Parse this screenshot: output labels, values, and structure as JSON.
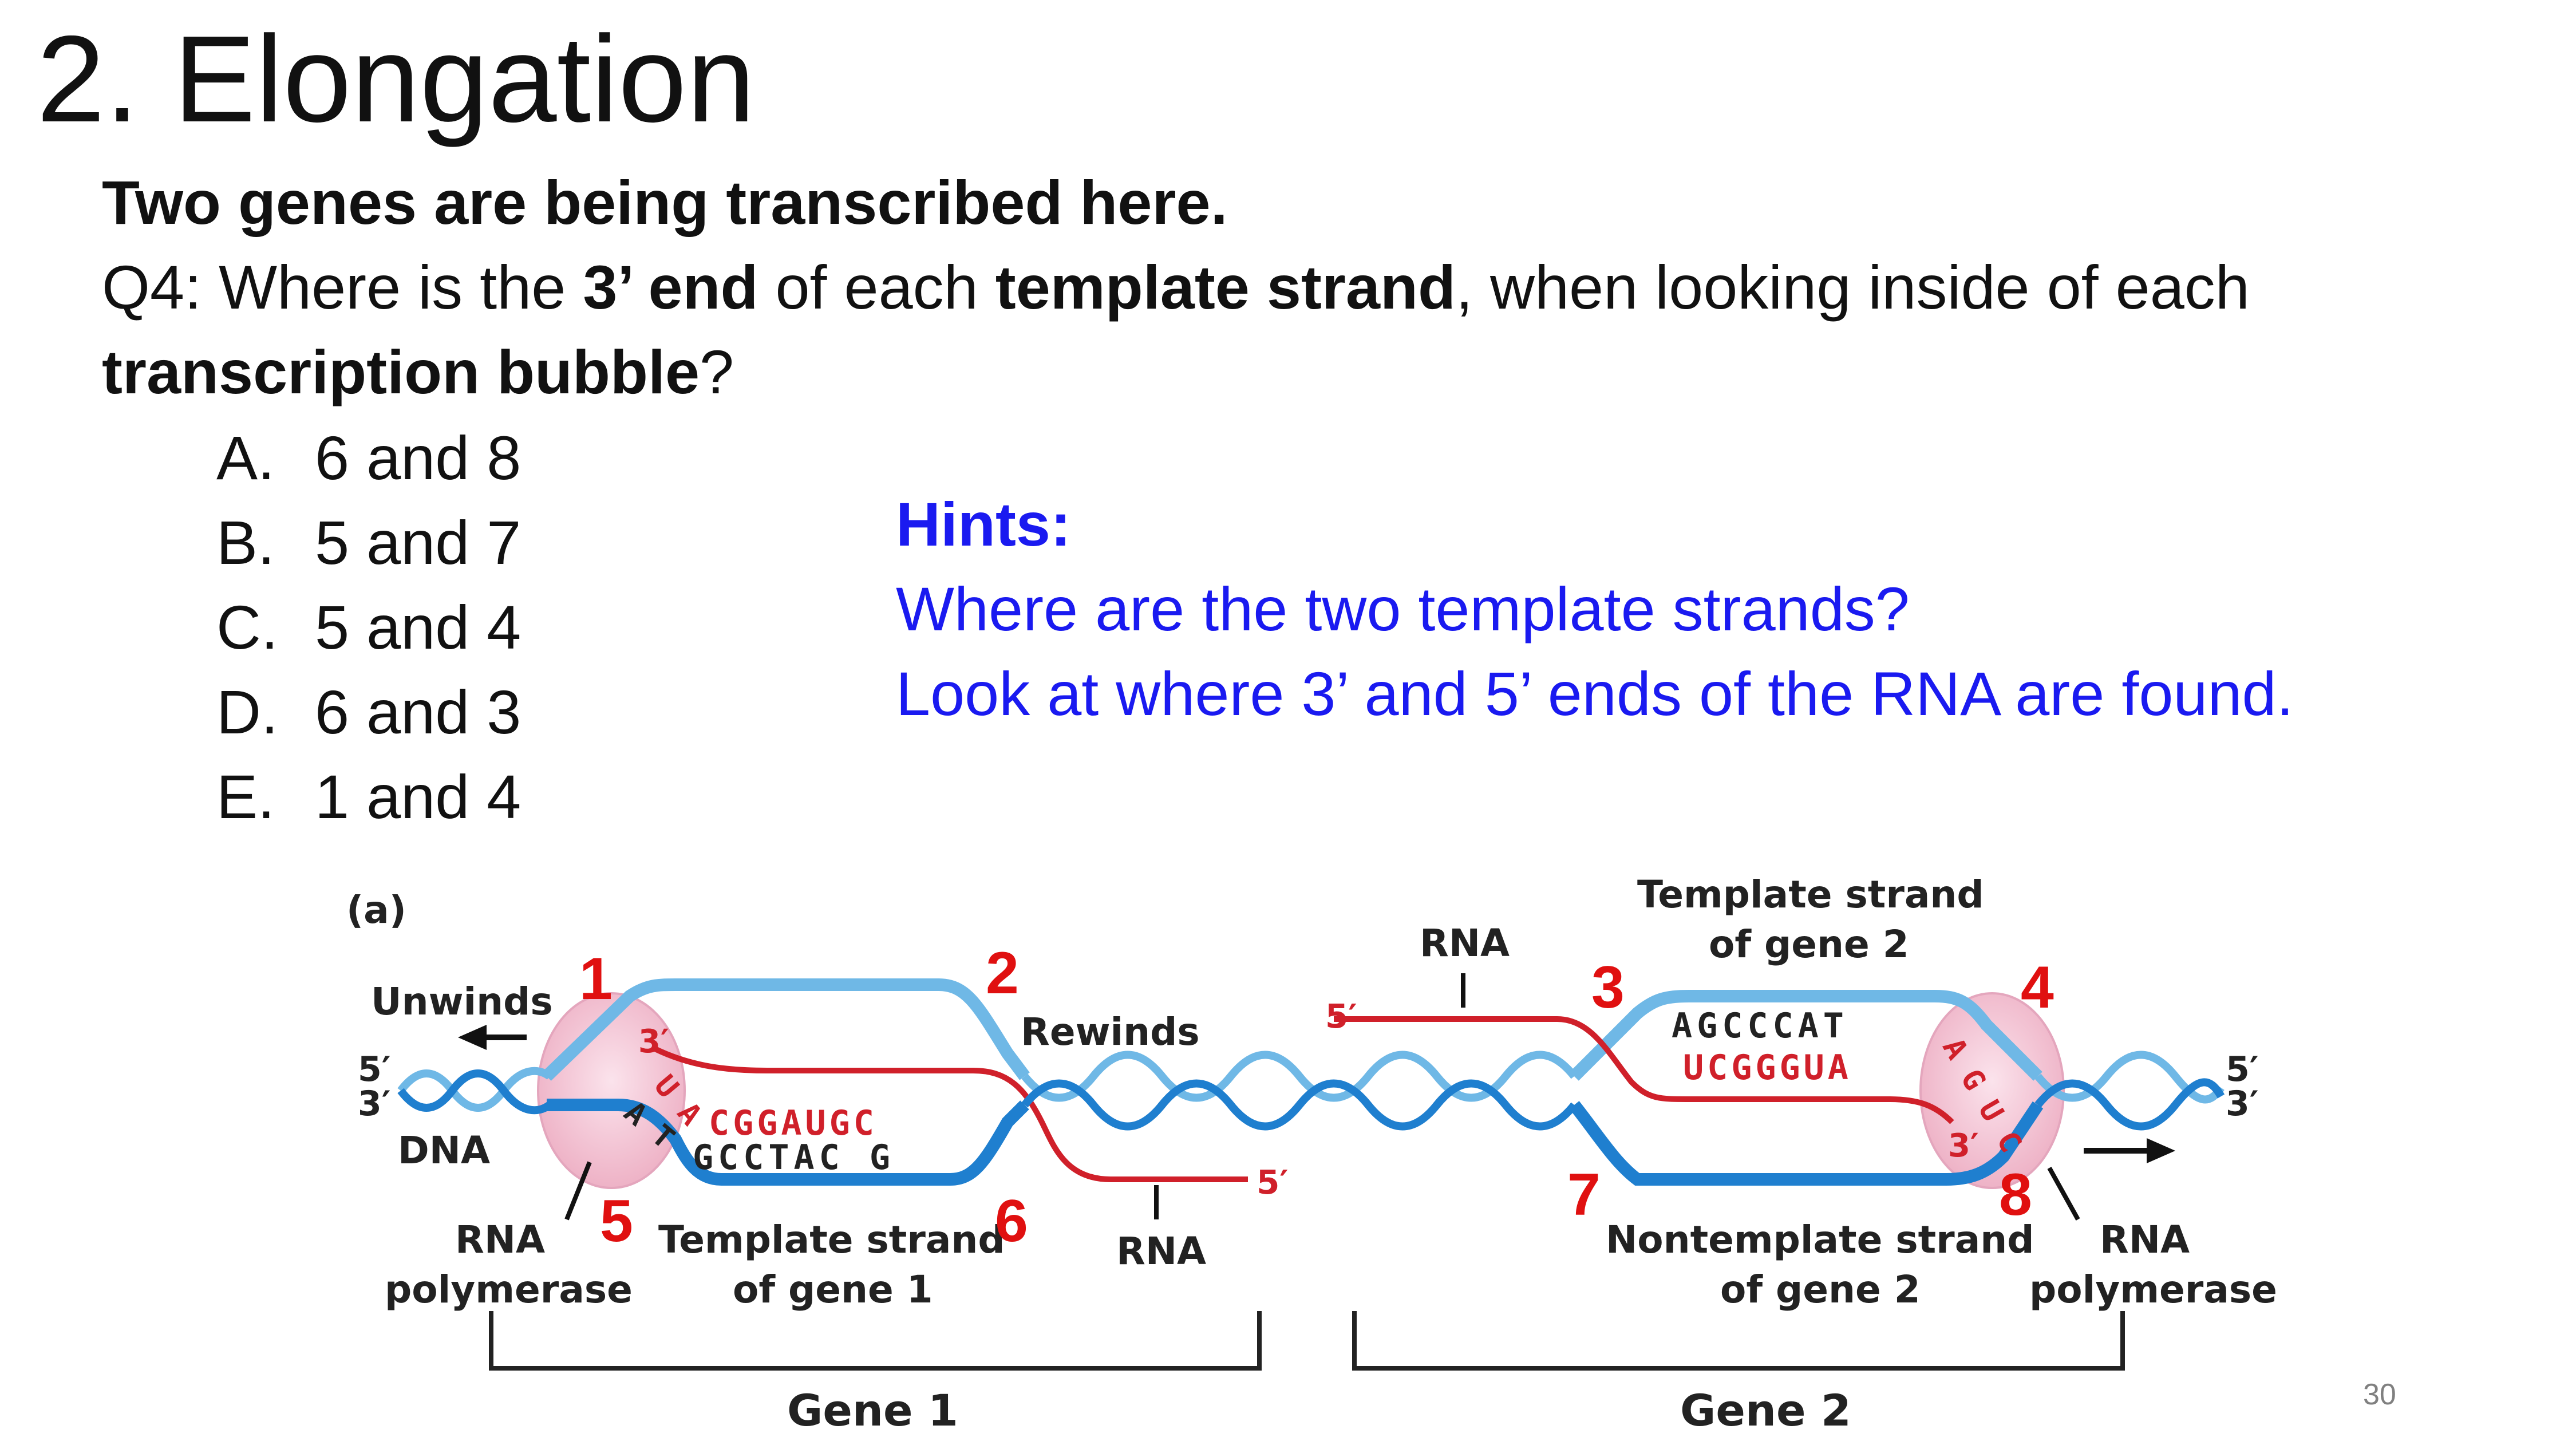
{
  "slide": {
    "title": "2. Elongation",
    "intro": "Two genes are being transcribed here.",
    "question": {
      "prefix": "Q4: Where is the ",
      "bold1": "3’ end",
      "mid1": " of each ",
      "bold2": "template strand",
      "mid2": ", when looking inside of each",
      "bold3": "transcription bubble",
      "suffix": "?"
    },
    "options": [
      {
        "letter": "A.",
        "text": "6 and 8"
      },
      {
        "letter": "B.",
        "text": "5 and 7"
      },
      {
        "letter": "C.",
        "text": "5 and 4"
      },
      {
        "letter": "D.",
        "text": "6 and 3"
      },
      {
        "letter": "E.",
        "text": "1 and 4"
      }
    ],
    "hints": {
      "title": "Hints:",
      "line1": "Where are the two template strands?",
      "line2": "Look at where 3’ and 5’ ends of the RNA are found."
    },
    "page_number": "30"
  },
  "diagram": {
    "panel": "(a)",
    "unwinds": "Unwinds",
    "rewinds": "Rewinds",
    "dna": "DNA",
    "five_prime": "5′",
    "three_prime": "3′",
    "rna": "RNA",
    "rna_polymerase_1": "RNA",
    "rna_polymerase_2": "polymerase",
    "template_gene1_1": "Template strand",
    "template_gene1_2": "of gene 1",
    "template_gene2_1": "Template strand",
    "template_gene2_2": "of gene 2",
    "nontemplate_gene2_1": "Nontemplate strand",
    "nontemplate_gene2_2": "of gene 2",
    "gene1": "Gene 1",
    "gene2": "Gene 2",
    "seq_rna1": "CGGAUGC",
    "seq_dna1": "GCCTAC G",
    "seq_bubble1_rna": "U A",
    "seq_bubble1_dna": "A T",
    "seq_dna2": "AGCCCAT",
    "seq_rna2": "UCGGGUA",
    "seq_bubble2": "A G U C",
    "numbers": [
      "1",
      "2",
      "3",
      "4",
      "5",
      "6",
      "7",
      "8"
    ],
    "colors": {
      "light_strand": "#6fb8e6",
      "dark_strand": "#1f7fcf",
      "rna": "#d0202a",
      "polymerase": "#f2c4d4",
      "marker": "#e01010"
    }
  }
}
